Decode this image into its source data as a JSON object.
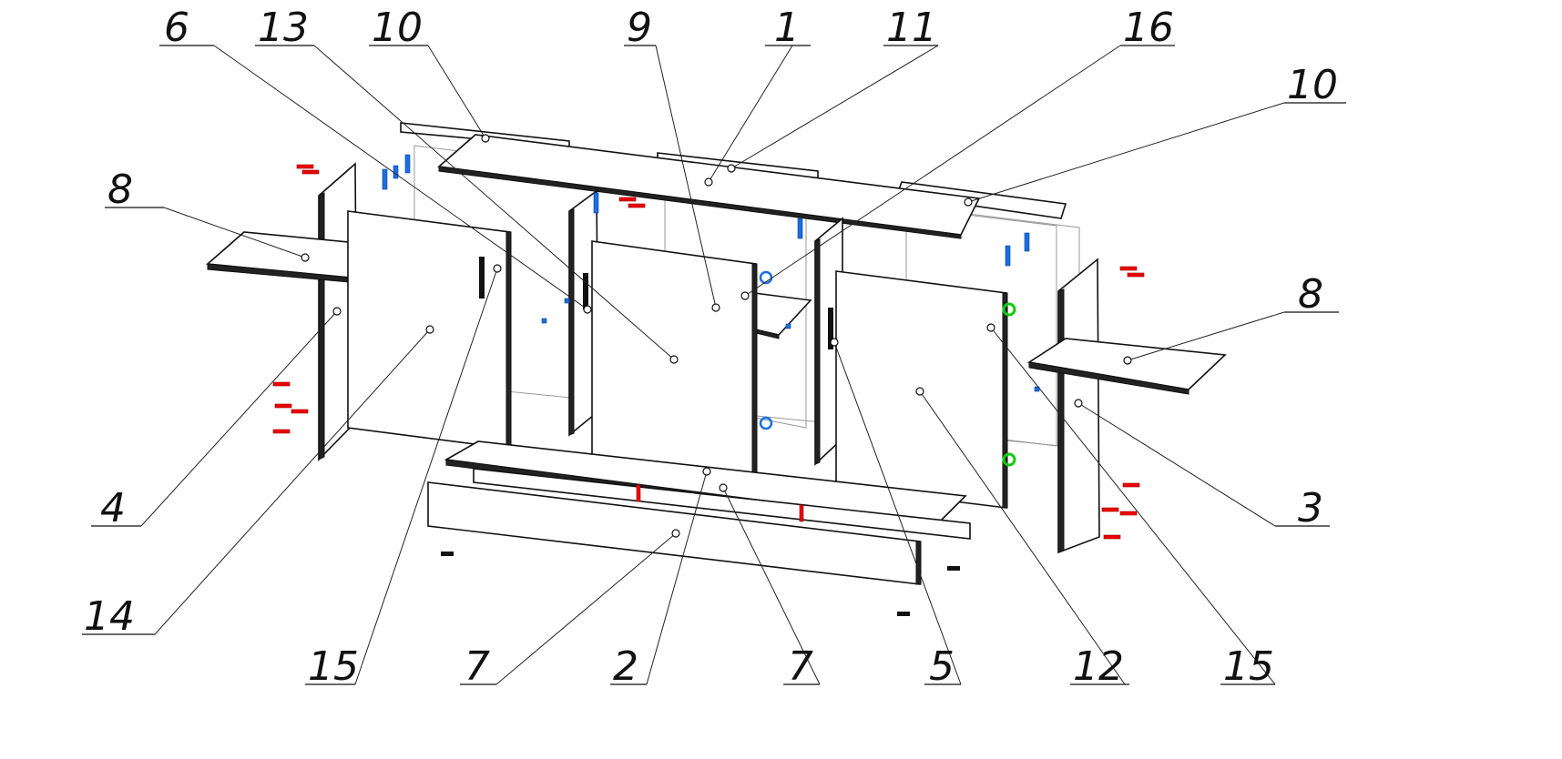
{
  "title_block": {},
  "callouts": {
    "c6": "6",
    "c13": "13",
    "c10_top": "10",
    "c9": "9",
    "c1": "1",
    "c11": "11",
    "c16": "16",
    "c10_right": "10",
    "c8_left": "8",
    "c8_right": "8",
    "c4": "4",
    "c3": "3",
    "c14": "14",
    "c15_left": "15",
    "c7_left": "7",
    "c2": "2",
    "c7_right": "7",
    "c5": "5",
    "c12": "12",
    "c15_right": "15"
  },
  "colors": {
    "fastener_red": "#e00000",
    "fastener_blue": "#1a6fe0",
    "fastener_green": "#11cc11"
  }
}
